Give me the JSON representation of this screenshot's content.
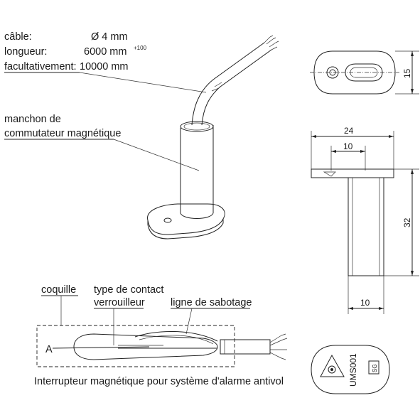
{
  "specs": {
    "cable_label": "câble:",
    "cable_value": "Ø 4 mm",
    "length_label": "longueur:",
    "length_value": "6000 mm",
    "length_tolerance": "+100",
    "optional_label": "facultativement:",
    "optional_value": "10000 mm"
  },
  "sleeve_label_line1": "manchon de",
  "sleeve_label_line2": "commutateur magnétique",
  "dimensions": {
    "base_height": "15",
    "base_width": "24",
    "tube_offset": "10",
    "tube_height": "32",
    "tube_diameter": "10"
  },
  "section": {
    "shell_label": "coquille",
    "contact_type_line1": "type de contact",
    "contact_type_line2": "verrouilleur",
    "tamper_line_label": "ligne de sabotage",
    "point_label": "A",
    "caption": "Interrupteur magnétique pour système d'alarme antivol"
  },
  "marking": {
    "part_code": "UMS001",
    "logo_text": "SG"
  }
}
